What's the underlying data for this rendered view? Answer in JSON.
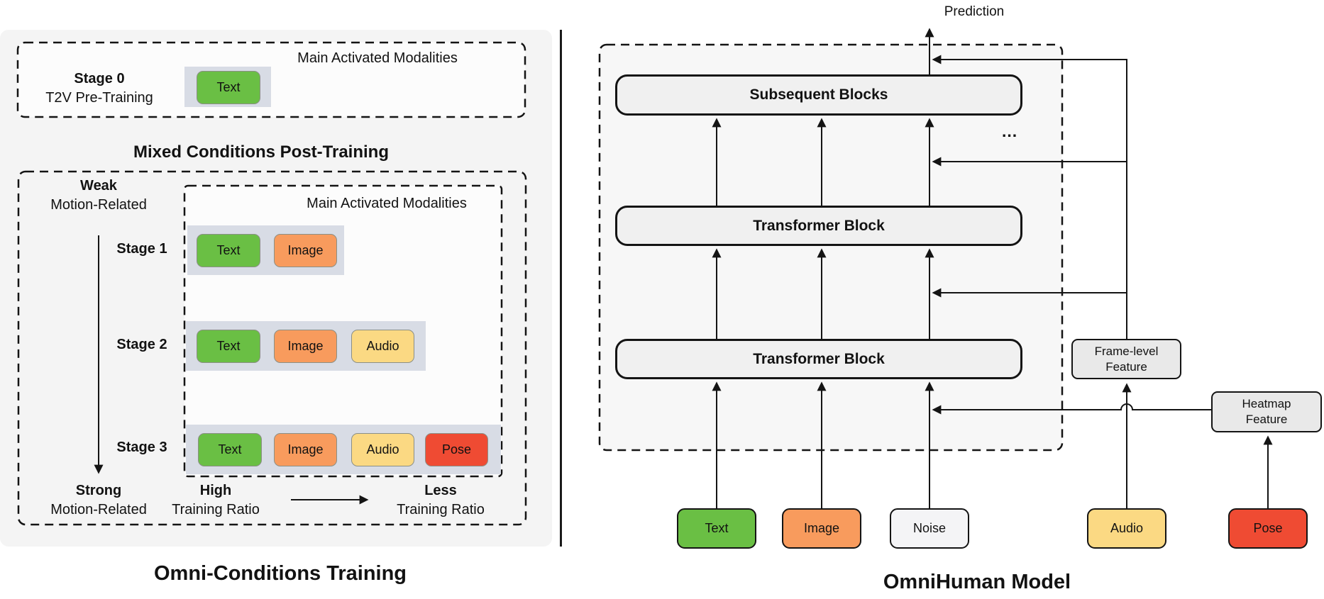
{
  "figure": {
    "left": {
      "title": "Omni-Conditions Training",
      "stage0_box": {
        "title": "Main Activated Modalities",
        "stage_label": "Stage 0",
        "stage_sublabel": "T2V Pre-Training",
        "modalities": [
          {
            "label": "Text"
          }
        ]
      },
      "post_training": {
        "heading": "Mixed Conditions Post-Training",
        "axis_top": {
          "bold": "Weak",
          "sub": "Motion-Related"
        },
        "axis_bottom": {
          "bold": "Strong",
          "sub": "Motion-Related"
        },
        "ratio_left": {
          "bold": "High",
          "sub": "Training Ratio"
        },
        "ratio_right": {
          "bold": "Less",
          "sub": "Training Ratio"
        },
        "inner_box_title": "Main Activated Modalities",
        "stages": [
          {
            "label": "Stage 1",
            "modalities": [
              {
                "label": "Text"
              },
              {
                "label": "Image"
              }
            ]
          },
          {
            "label": "Stage 2",
            "modalities": [
              {
                "label": "Text"
              },
              {
                "label": "Image"
              },
              {
                "label": "Audio"
              }
            ]
          },
          {
            "label": "Stage 3",
            "modalities": [
              {
                "label": "Text"
              },
              {
                "label": "Image"
              },
              {
                "label": "Audio"
              },
              {
                "label": "Pose"
              }
            ]
          }
        ]
      }
    },
    "right": {
      "title": "OmniHuman Model",
      "prediction_label": "Prediction",
      "subsequent_block_label": "Subsequent Blocks",
      "transformer_block_1_label": "Transformer Block",
      "transformer_block_2_label": "Transformer Block",
      "ellipsis": "...",
      "frame_level_feature": {
        "line1": "Frame-level",
        "line2": "Feature"
      },
      "heatmap_feature": {
        "line1": "Heatmap",
        "line2": "Feature"
      },
      "inputs": [
        {
          "label": "Text"
        },
        {
          "label": "Image"
        },
        {
          "label": "Noise"
        },
        {
          "label": "Audio"
        },
        {
          "label": "Pose"
        }
      ]
    },
    "colors": {
      "text_modality": "#6abf44",
      "image_modality": "#f89b5d",
      "audio_modality": "#fbd983",
      "pose_modality": "#ef4b33",
      "noise_input": "#f4f4f6",
      "modality_strip": "#d8dce5",
      "panel_bg": "#f4f4f4",
      "model_box_bg": "#f7f7f7",
      "block_fill": "#f0f0f0",
      "feature_fill": "#e9e9e9",
      "line": "#141414"
    }
  }
}
